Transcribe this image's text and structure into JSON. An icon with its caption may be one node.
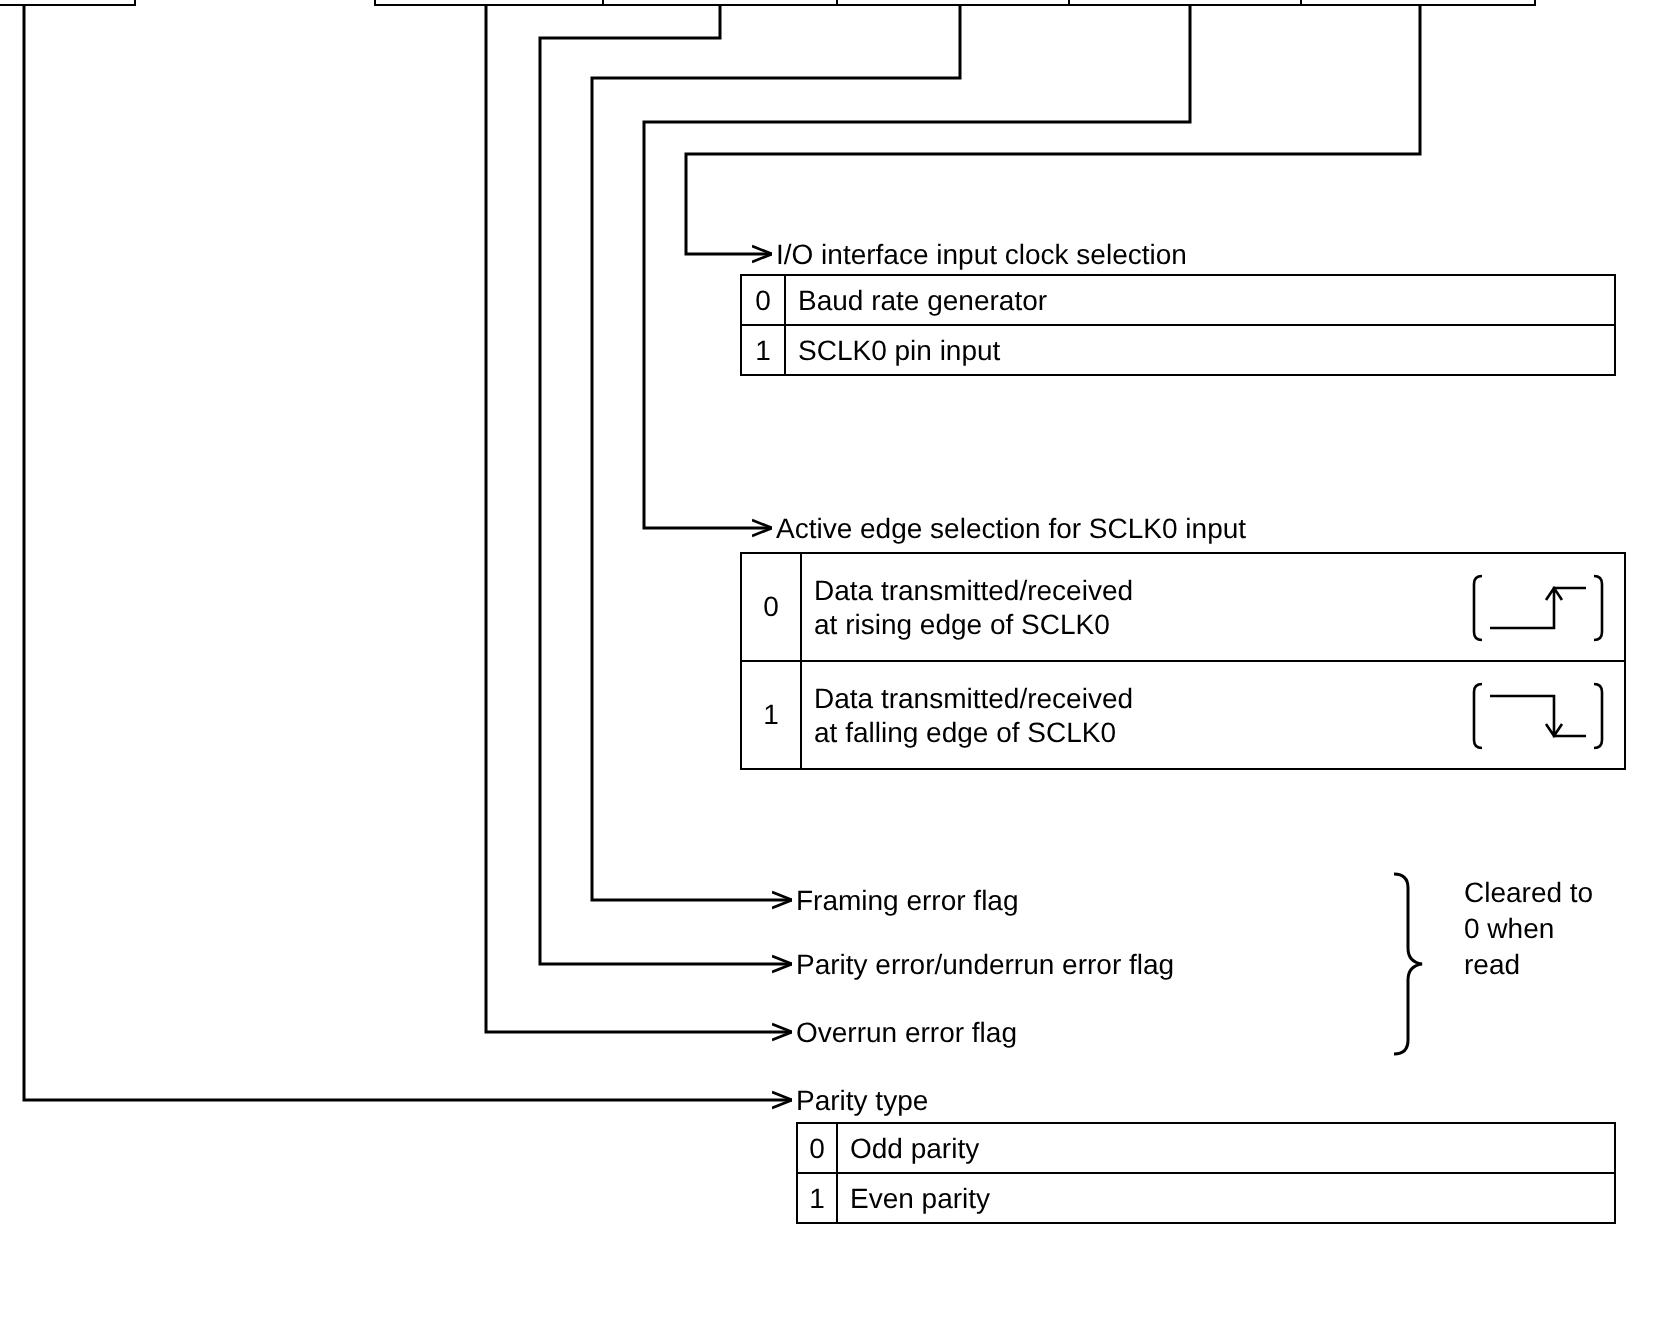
{
  "diagram": {
    "nodes": [
      {
        "text": [],
        "shape": "box"
      },
      {
        "text": [],
        "shape": "box"
      },
      {
        "text": [],
        "shape": "box"
      },
      {
        "text": [],
        "shape": "box"
      },
      {
        "text": [],
        "shape": "box"
      },
      {
        "text": [],
        "shape": "box"
      },
      {
        "text": [
          "I/O interface input clock selection"
        ]
      },
      {
        "text": [
          "Active edge selection for SCLK0 input"
        ]
      },
      {
        "text": [
          "Framing error flag"
        ]
      },
      {
        "text": [
          "Parity error/underrun error flag"
        ]
      },
      {
        "text": [
          "Overrun error flag"
        ]
      },
      {
        "text": [
          "Parity type"
        ]
      }
    ],
    "edges": [
      {
        "from": 5,
        "to": 6,
        "arrow": "to"
      },
      {
        "from": 4,
        "to": 7,
        "arrow": "to"
      },
      {
        "from": 3,
        "to": 8,
        "arrow": "to"
      },
      {
        "from": 2,
        "to": 9,
        "arrow": "to"
      },
      {
        "from": 1,
        "to": 10,
        "arrow": "to"
      },
      {
        "from": 0,
        "to": 11,
        "arrow": "to"
      }
    ],
    "labels": [
      "0",
      "Baud rate generator",
      "1",
      "SCLK0 pin input",
      "0",
      "Data transmitted/received at rising edge of SCLK0",
      "1",
      "Data transmitted/received at falling edge of SCLK0",
      "Cleared to 0 when read",
      "0",
      "Odd parity",
      "1",
      "Even parity"
    ]
  }
}
